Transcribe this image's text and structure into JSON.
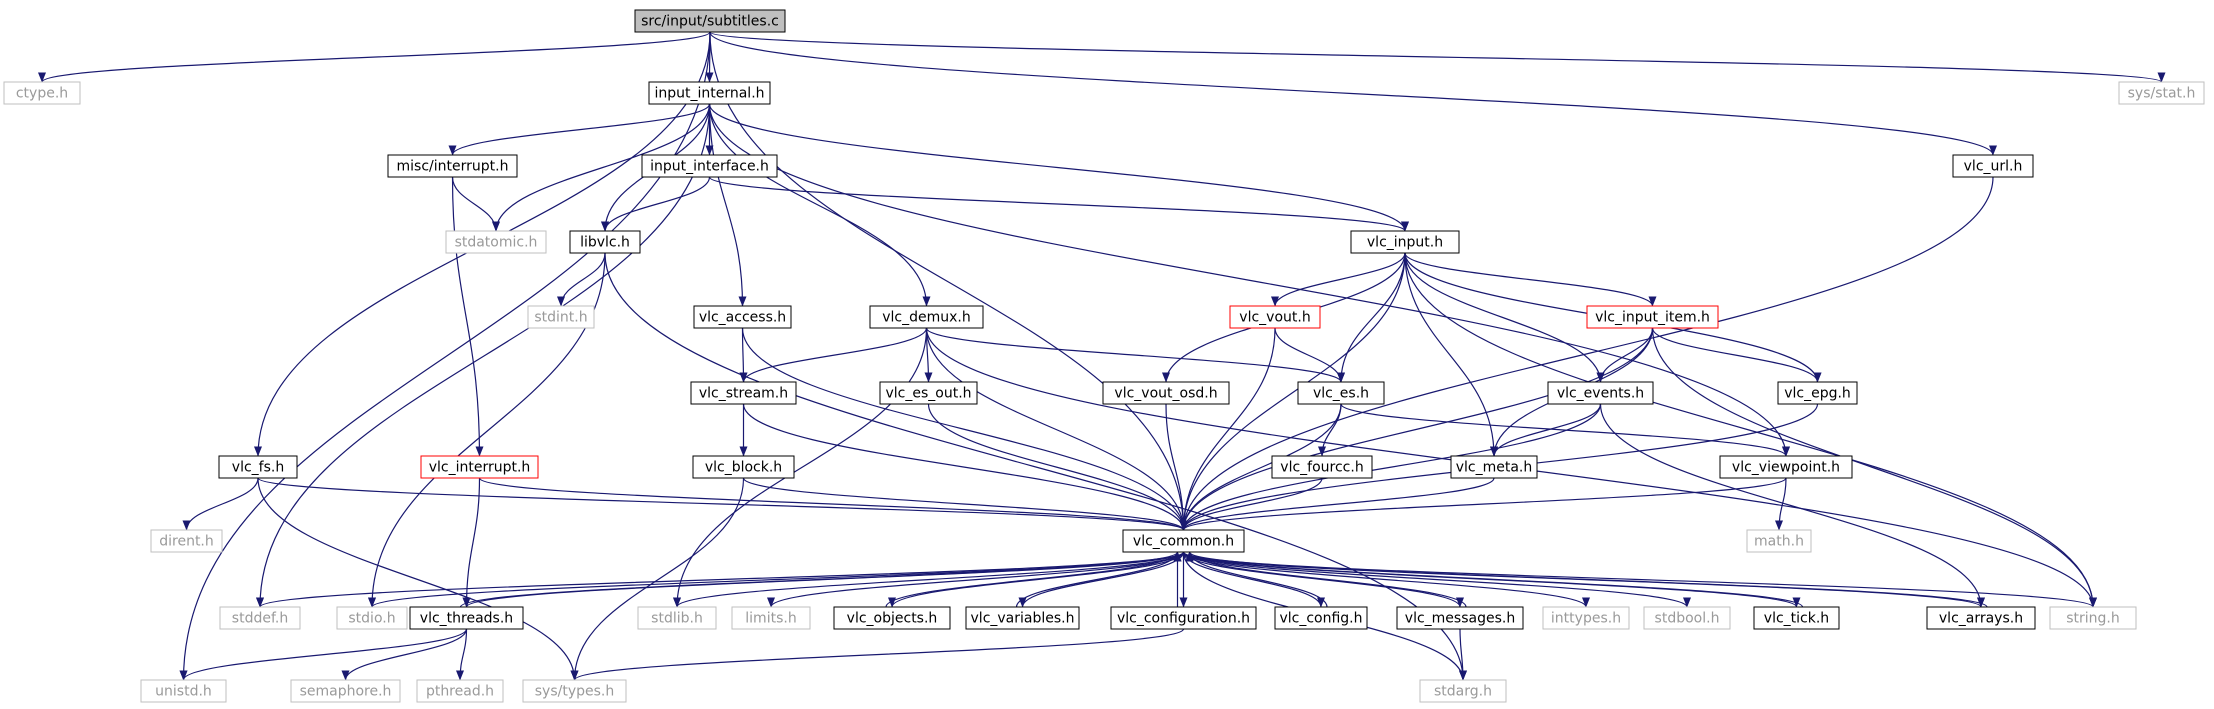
{
  "diagram": {
    "nodes": [
      {
        "id": "subtitles",
        "label": "src/input/subtitles.c",
        "style": "focus"
      },
      {
        "id": "ctype",
        "label": "ctype.h",
        "style": "system"
      },
      {
        "id": "input_internal",
        "label": "input_internal.h",
        "style": "normal"
      },
      {
        "id": "sys_stat",
        "label": "sys/stat.h",
        "style": "system"
      },
      {
        "id": "misc_interrupt",
        "label": "misc/interrupt.h",
        "style": "normal"
      },
      {
        "id": "input_interface",
        "label": "input_interface.h",
        "style": "normal"
      },
      {
        "id": "vlc_url",
        "label": "vlc_url.h",
        "style": "normal"
      },
      {
        "id": "stdatomic",
        "label": "stdatomic.h",
        "style": "system"
      },
      {
        "id": "libvlc",
        "label": "libvlc.h",
        "style": "normal"
      },
      {
        "id": "vlc_input",
        "label": "vlc_input.h",
        "style": "normal"
      },
      {
        "id": "stdint",
        "label": "stdint.h",
        "style": "system"
      },
      {
        "id": "vlc_access",
        "label": "vlc_access.h",
        "style": "normal"
      },
      {
        "id": "vlc_demux",
        "label": "vlc_demux.h",
        "style": "normal"
      },
      {
        "id": "vlc_vout",
        "label": "vlc_vout.h",
        "style": "truncated"
      },
      {
        "id": "vlc_input_item",
        "label": "vlc_input_item.h",
        "style": "truncated"
      },
      {
        "id": "vlc_stream",
        "label": "vlc_stream.h",
        "style": "normal"
      },
      {
        "id": "vlc_es_out",
        "label": "vlc_es_out.h",
        "style": "normal"
      },
      {
        "id": "vlc_vout_osd",
        "label": "vlc_vout_osd.h",
        "style": "normal"
      },
      {
        "id": "vlc_es",
        "label": "vlc_es.h",
        "style": "normal"
      },
      {
        "id": "vlc_events",
        "label": "vlc_events.h",
        "style": "normal"
      },
      {
        "id": "vlc_epg",
        "label": "vlc_epg.h",
        "style": "normal"
      },
      {
        "id": "vlc_fs",
        "label": "vlc_fs.h",
        "style": "normal"
      },
      {
        "id": "vlc_interrupt",
        "label": "vlc_interrupt.h",
        "style": "truncated"
      },
      {
        "id": "vlc_block",
        "label": "vlc_block.h",
        "style": "normal"
      },
      {
        "id": "vlc_fourcc",
        "label": "vlc_fourcc.h",
        "style": "normal"
      },
      {
        "id": "vlc_meta",
        "label": "vlc_meta.h",
        "style": "normal"
      },
      {
        "id": "vlc_viewpoint",
        "label": "vlc_viewpoint.h",
        "style": "normal"
      },
      {
        "id": "dirent",
        "label": "dirent.h",
        "style": "system"
      },
      {
        "id": "math",
        "label": "math.h",
        "style": "system"
      },
      {
        "id": "vlc_common",
        "label": "vlc_common.h",
        "style": "normal"
      },
      {
        "id": "stddef",
        "label": "stddef.h",
        "style": "system"
      },
      {
        "id": "stdio",
        "label": "stdio.h",
        "style": "system"
      },
      {
        "id": "vlc_threads",
        "label": "vlc_threads.h",
        "style": "normal"
      },
      {
        "id": "stdlib",
        "label": "stdlib.h",
        "style": "system"
      },
      {
        "id": "limits",
        "label": "limits.h",
        "style": "system"
      },
      {
        "id": "vlc_objects",
        "label": "vlc_objects.h",
        "style": "normal"
      },
      {
        "id": "vlc_variables",
        "label": "vlc_variables.h",
        "style": "normal"
      },
      {
        "id": "vlc_configuration",
        "label": "vlc_configuration.h",
        "style": "normal"
      },
      {
        "id": "vlc_config",
        "label": "vlc_config.h",
        "style": "normal"
      },
      {
        "id": "vlc_messages",
        "label": "vlc_messages.h",
        "style": "normal"
      },
      {
        "id": "inttypes",
        "label": "inttypes.h",
        "style": "system"
      },
      {
        "id": "stdbool",
        "label": "stdbool.h",
        "style": "system"
      },
      {
        "id": "vlc_tick",
        "label": "vlc_tick.h",
        "style": "normal"
      },
      {
        "id": "vlc_arrays",
        "label": "vlc_arrays.h",
        "style": "normal"
      },
      {
        "id": "string",
        "label": "string.h",
        "style": "system"
      },
      {
        "id": "unistd",
        "label": "unistd.h",
        "style": "system"
      },
      {
        "id": "semaphore",
        "label": "semaphore.h",
        "style": "system"
      },
      {
        "id": "pthread",
        "label": "pthread.h",
        "style": "system"
      },
      {
        "id": "sys_types",
        "label": "sys/types.h",
        "style": "system"
      },
      {
        "id": "stdarg",
        "label": "stdarg.h",
        "style": "system"
      }
    ],
    "edges": [
      [
        "subtitles",
        "ctype"
      ],
      [
        "subtitles",
        "input_internal"
      ],
      [
        "subtitles",
        "sys_stat"
      ],
      [
        "subtitles",
        "unistd"
      ],
      [
        "subtitles",
        "vlc_fs"
      ],
      [
        "subtitles",
        "vlc_url"
      ],
      [
        "subtitles",
        "vlc_common"
      ],
      [
        "input_internal",
        "misc_interrupt"
      ],
      [
        "input_internal",
        "input_interface"
      ],
      [
        "input_internal",
        "stdatomic"
      ],
      [
        "input_internal",
        "libvlc"
      ],
      [
        "input_internal",
        "vlc_input"
      ],
      [
        "input_internal",
        "vlc_access"
      ],
      [
        "input_internal",
        "vlc_demux"
      ],
      [
        "input_internal",
        "vlc_viewpoint"
      ],
      [
        "input_internal",
        "stddef"
      ],
      [
        "misc_interrupt",
        "stdatomic"
      ],
      [
        "misc_interrupt",
        "vlc_interrupt"
      ],
      [
        "input_interface",
        "libvlc"
      ],
      [
        "input_interface",
        "vlc_input"
      ],
      [
        "vlc_url",
        "vlc_common"
      ],
      [
        "libvlc",
        "stdint"
      ],
      [
        "libvlc",
        "stdio"
      ],
      [
        "libvlc",
        "stdarg"
      ],
      [
        "vlc_input",
        "vlc_vout"
      ],
      [
        "vlc_input",
        "vlc_vout_osd"
      ],
      [
        "vlc_input",
        "vlc_es"
      ],
      [
        "vlc_input",
        "vlc_input_item"
      ],
      [
        "vlc_input",
        "vlc_events"
      ],
      [
        "vlc_input",
        "vlc_epg"
      ],
      [
        "vlc_input",
        "vlc_meta"
      ],
      [
        "vlc_input",
        "vlc_common"
      ],
      [
        "vlc_input",
        "string"
      ],
      [
        "vlc_access",
        "vlc_stream"
      ],
      [
        "vlc_access",
        "vlc_common"
      ],
      [
        "vlc_demux",
        "vlc_stream"
      ],
      [
        "vlc_demux",
        "vlc_es_out"
      ],
      [
        "vlc_demux",
        "vlc_es"
      ],
      [
        "vlc_demux",
        "vlc_common"
      ],
      [
        "vlc_demux",
        "stdlib"
      ],
      [
        "vlc_demux",
        "string"
      ],
      [
        "vlc_vout",
        "vlc_es"
      ],
      [
        "vlc_vout",
        "vlc_common"
      ],
      [
        "vlc_input_item",
        "vlc_events"
      ],
      [
        "vlc_input_item",
        "vlc_epg"
      ],
      [
        "vlc_input_item",
        "vlc_meta"
      ],
      [
        "vlc_input_item",
        "vlc_common"
      ],
      [
        "vlc_input_item",
        "string"
      ],
      [
        "vlc_stream",
        "vlc_block"
      ],
      [
        "vlc_stream",
        "vlc_common"
      ],
      [
        "vlc_es_out",
        "vlc_common"
      ],
      [
        "vlc_vout_osd",
        "vlc_common"
      ],
      [
        "vlc_es",
        "vlc_fourcc"
      ],
      [
        "vlc_es",
        "vlc_viewpoint"
      ],
      [
        "vlc_es",
        "vlc_common"
      ],
      [
        "vlc_events",
        "vlc_meta"
      ],
      [
        "vlc_events",
        "vlc_common"
      ],
      [
        "vlc_events",
        "vlc_arrays"
      ],
      [
        "vlc_epg",
        "vlc_common"
      ],
      [
        "vlc_fs",
        "dirent"
      ],
      [
        "vlc_fs",
        "sys_types"
      ],
      [
        "vlc_fs",
        "vlc_common"
      ],
      [
        "vlc_interrupt",
        "vlc_threads"
      ],
      [
        "vlc_interrupt",
        "vlc_common"
      ],
      [
        "vlc_block",
        "sys_types"
      ],
      [
        "vlc_block",
        "vlc_common"
      ],
      [
        "vlc_fourcc",
        "vlc_common"
      ],
      [
        "vlc_meta",
        "vlc_common"
      ],
      [
        "vlc_viewpoint",
        "math"
      ],
      [
        "vlc_viewpoint",
        "vlc_common"
      ],
      [
        "vlc_common",
        "stddef"
      ],
      [
        "vlc_common",
        "stdio"
      ],
      [
        "vlc_common",
        "vlc_threads"
      ],
      [
        "vlc_common",
        "stdlib"
      ],
      [
        "vlc_common",
        "limits"
      ],
      [
        "vlc_common",
        "vlc_objects"
      ],
      [
        "vlc_common",
        "vlc_variables"
      ],
      [
        "vlc_common",
        "vlc_configuration"
      ],
      [
        "vlc_common",
        "vlc_config"
      ],
      [
        "vlc_common",
        "vlc_messages"
      ],
      [
        "vlc_common",
        "inttypes"
      ],
      [
        "vlc_common",
        "stdbool"
      ],
      [
        "vlc_common",
        "vlc_tick"
      ],
      [
        "vlc_common",
        "vlc_arrays"
      ],
      [
        "vlc_common",
        "string"
      ],
      [
        "vlc_common",
        "stdarg"
      ],
      [
        "vlc_threads",
        "vlc_common"
      ],
      [
        "vlc_threads",
        "unistd"
      ],
      [
        "vlc_threads",
        "semaphore"
      ],
      [
        "vlc_threads",
        "pthread"
      ],
      [
        "vlc_objects",
        "vlc_common"
      ],
      [
        "vlc_variables",
        "vlc_common"
      ],
      [
        "vlc_configuration",
        "vlc_common"
      ],
      [
        "vlc_configuration",
        "sys_types"
      ],
      [
        "vlc_config",
        "vlc_common"
      ],
      [
        "vlc_messages",
        "vlc_common"
      ],
      [
        "vlc_messages",
        "stdarg"
      ],
      [
        "vlc_tick",
        "vlc_common"
      ],
      [
        "vlc_arrays",
        "vlc_common"
      ]
    ]
  },
  "colors": {
    "edge": "#191970",
    "node_border": "#000000",
    "system_border": "#bfbfbf",
    "system_text": "#9a9a9a",
    "truncated_border": "#ff0000",
    "focus_fill": "#bfbfbf",
    "text": "#000000"
  }
}
